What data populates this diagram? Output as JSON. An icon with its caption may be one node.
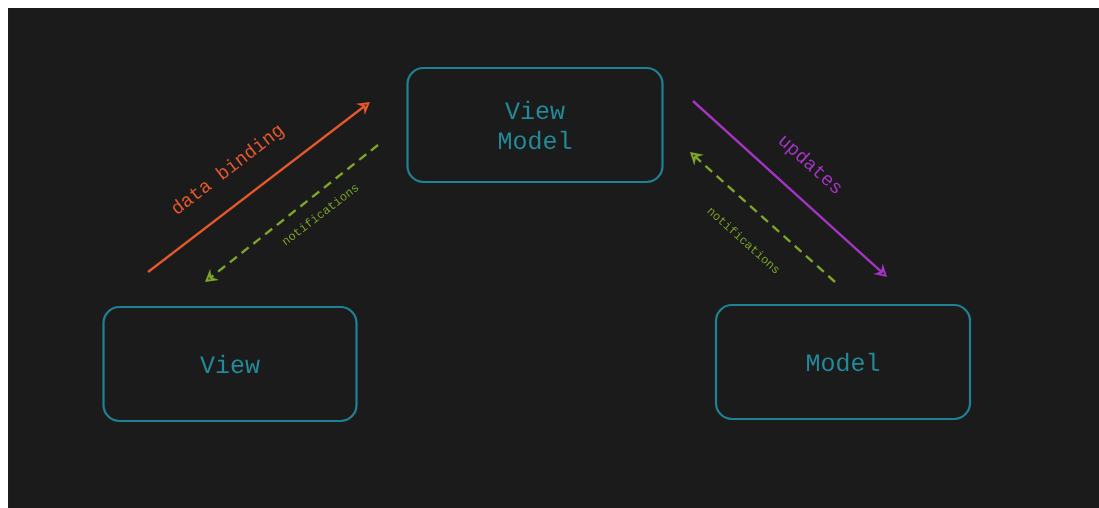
{
  "diagram": {
    "nodes": [
      {
        "text": [
          "View Model"
        ]
      },
      {
        "text": [
          "View"
        ]
      },
      {
        "text": [
          "Model"
        ]
      }
    ],
    "edges": [
      {
        "from": 1,
        "to": 0,
        "arrow": "to",
        "label": "data binding",
        "color": "#e5582c"
      },
      {
        "from": 0,
        "to": 1,
        "arrow": "to",
        "label": "notifications",
        "style": "dashed",
        "color": "#7ea62a"
      },
      {
        "from": 0,
        "to": 2,
        "arrow": "to",
        "label": "updates",
        "color": "#a534c4"
      },
      {
        "from": 2,
        "to": 0,
        "arrow": "to",
        "label": "notifications",
        "style": "dashed",
        "color": "#7ea62a"
      }
    ]
  }
}
